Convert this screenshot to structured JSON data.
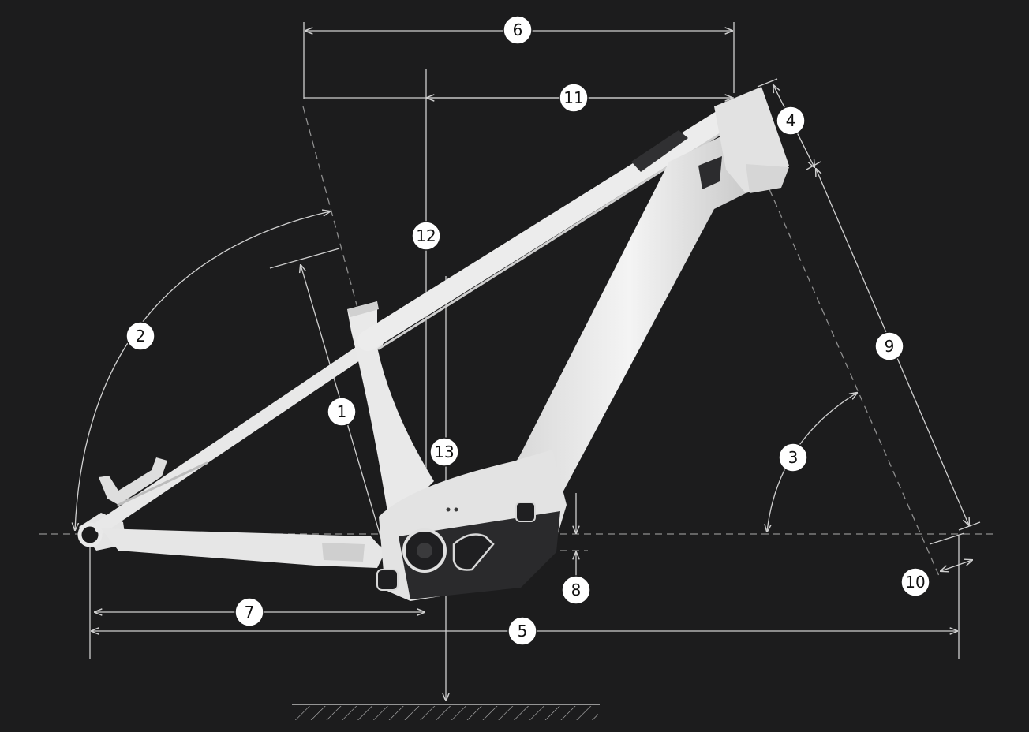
{
  "diagram": {
    "callouts": [
      {
        "id": "1",
        "label": "1"
      },
      {
        "id": "2",
        "label": "2"
      },
      {
        "id": "3",
        "label": "3"
      },
      {
        "id": "4",
        "label": "4"
      },
      {
        "id": "5",
        "label": "5"
      },
      {
        "id": "6",
        "label": "6"
      },
      {
        "id": "7",
        "label": "7"
      },
      {
        "id": "8",
        "label": "8"
      },
      {
        "id": "9",
        "label": "9"
      },
      {
        "id": "10",
        "label": "10"
      },
      {
        "id": "11",
        "label": "11"
      },
      {
        "id": "12",
        "label": "12"
      },
      {
        "id": "13",
        "label": "13"
      }
    ],
    "colors": {
      "background": "#1c1c1d",
      "frame": "#ededed",
      "frame_shade": "#c9c9c9",
      "motor": "#2a2a2c",
      "dimension_lines": "#cfcfcf"
    }
  }
}
